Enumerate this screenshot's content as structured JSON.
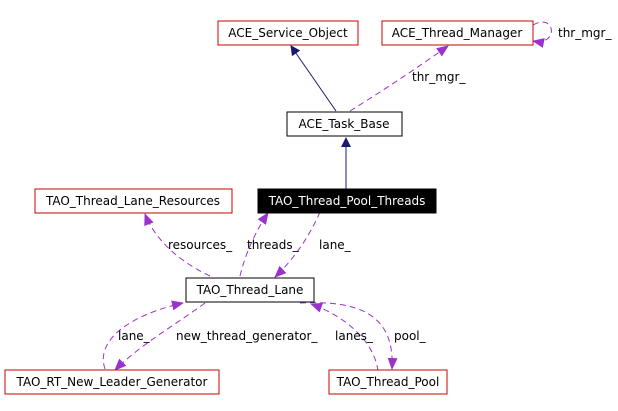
{
  "colors": {
    "inheritance_edge": "#191970",
    "usage_edge": "#9a32cd",
    "class_border_red": "#cc0000",
    "class_border_black": "#000000",
    "highlight_fill": "#000000",
    "highlight_text": "#ffffff",
    "text": "#000000"
  },
  "nodes": {
    "ace_service_object": "ACE_Service_Object",
    "ace_thread_manager": "ACE_Thread_Manager",
    "ace_task_base": "ACE_Task_Base",
    "tao_thread_lane_resources": "TAO_Thread_Lane_Resources",
    "tao_thread_pool_threads": "TAO_Thread_Pool_Threads",
    "tao_thread_lane": "TAO_Thread_Lane",
    "tao_rt_new_leader_generator": "TAO_RT_New_Leader_Generator",
    "tao_thread_pool": "TAO_Thread_Pool"
  },
  "edge_labels": {
    "thr_mgr_self": "thr_mgr_",
    "thr_mgr_task": "thr_mgr_",
    "resources": "resources_",
    "threads": "threads_",
    "lane_threads": "lane_",
    "lane_generator": "lane_",
    "new_thread_generator": "new_thread_generator_",
    "lanes": "lanes_",
    "pool": "pool_"
  },
  "edges": [
    {
      "from": "ace_task_base",
      "to": "ace_service_object",
      "kind": "inheritance"
    },
    {
      "from": "tao_thread_pool_threads",
      "to": "ace_task_base",
      "kind": "inheritance"
    },
    {
      "from": "ace_task_base",
      "to": "ace_thread_manager",
      "kind": "usage",
      "label": "thr_mgr_"
    },
    {
      "from": "ace_thread_manager",
      "to": "ace_thread_manager",
      "kind": "usage",
      "label": "thr_mgr_"
    },
    {
      "from": "tao_thread_lane",
      "to": "tao_thread_lane_resources",
      "kind": "usage",
      "label": "resources_"
    },
    {
      "from": "tao_thread_lane",
      "to": "tao_thread_pool_threads",
      "kind": "usage",
      "label": "threads_"
    },
    {
      "from": "tao_thread_pool_threads",
      "to": "tao_thread_lane",
      "kind": "usage",
      "label": "lane_"
    },
    {
      "from": "tao_rt_new_leader_generator",
      "to": "tao_thread_lane",
      "kind": "usage",
      "label": "lane_"
    },
    {
      "from": "tao_thread_lane",
      "to": "tao_rt_new_leader_generator",
      "kind": "usage",
      "label": "new_thread_generator_"
    },
    {
      "from": "tao_thread_pool",
      "to": "tao_thread_lane",
      "kind": "usage",
      "label": "lanes_"
    },
    {
      "from": "tao_thread_lane",
      "to": "tao_thread_pool",
      "kind": "usage",
      "label": "pool_"
    }
  ]
}
